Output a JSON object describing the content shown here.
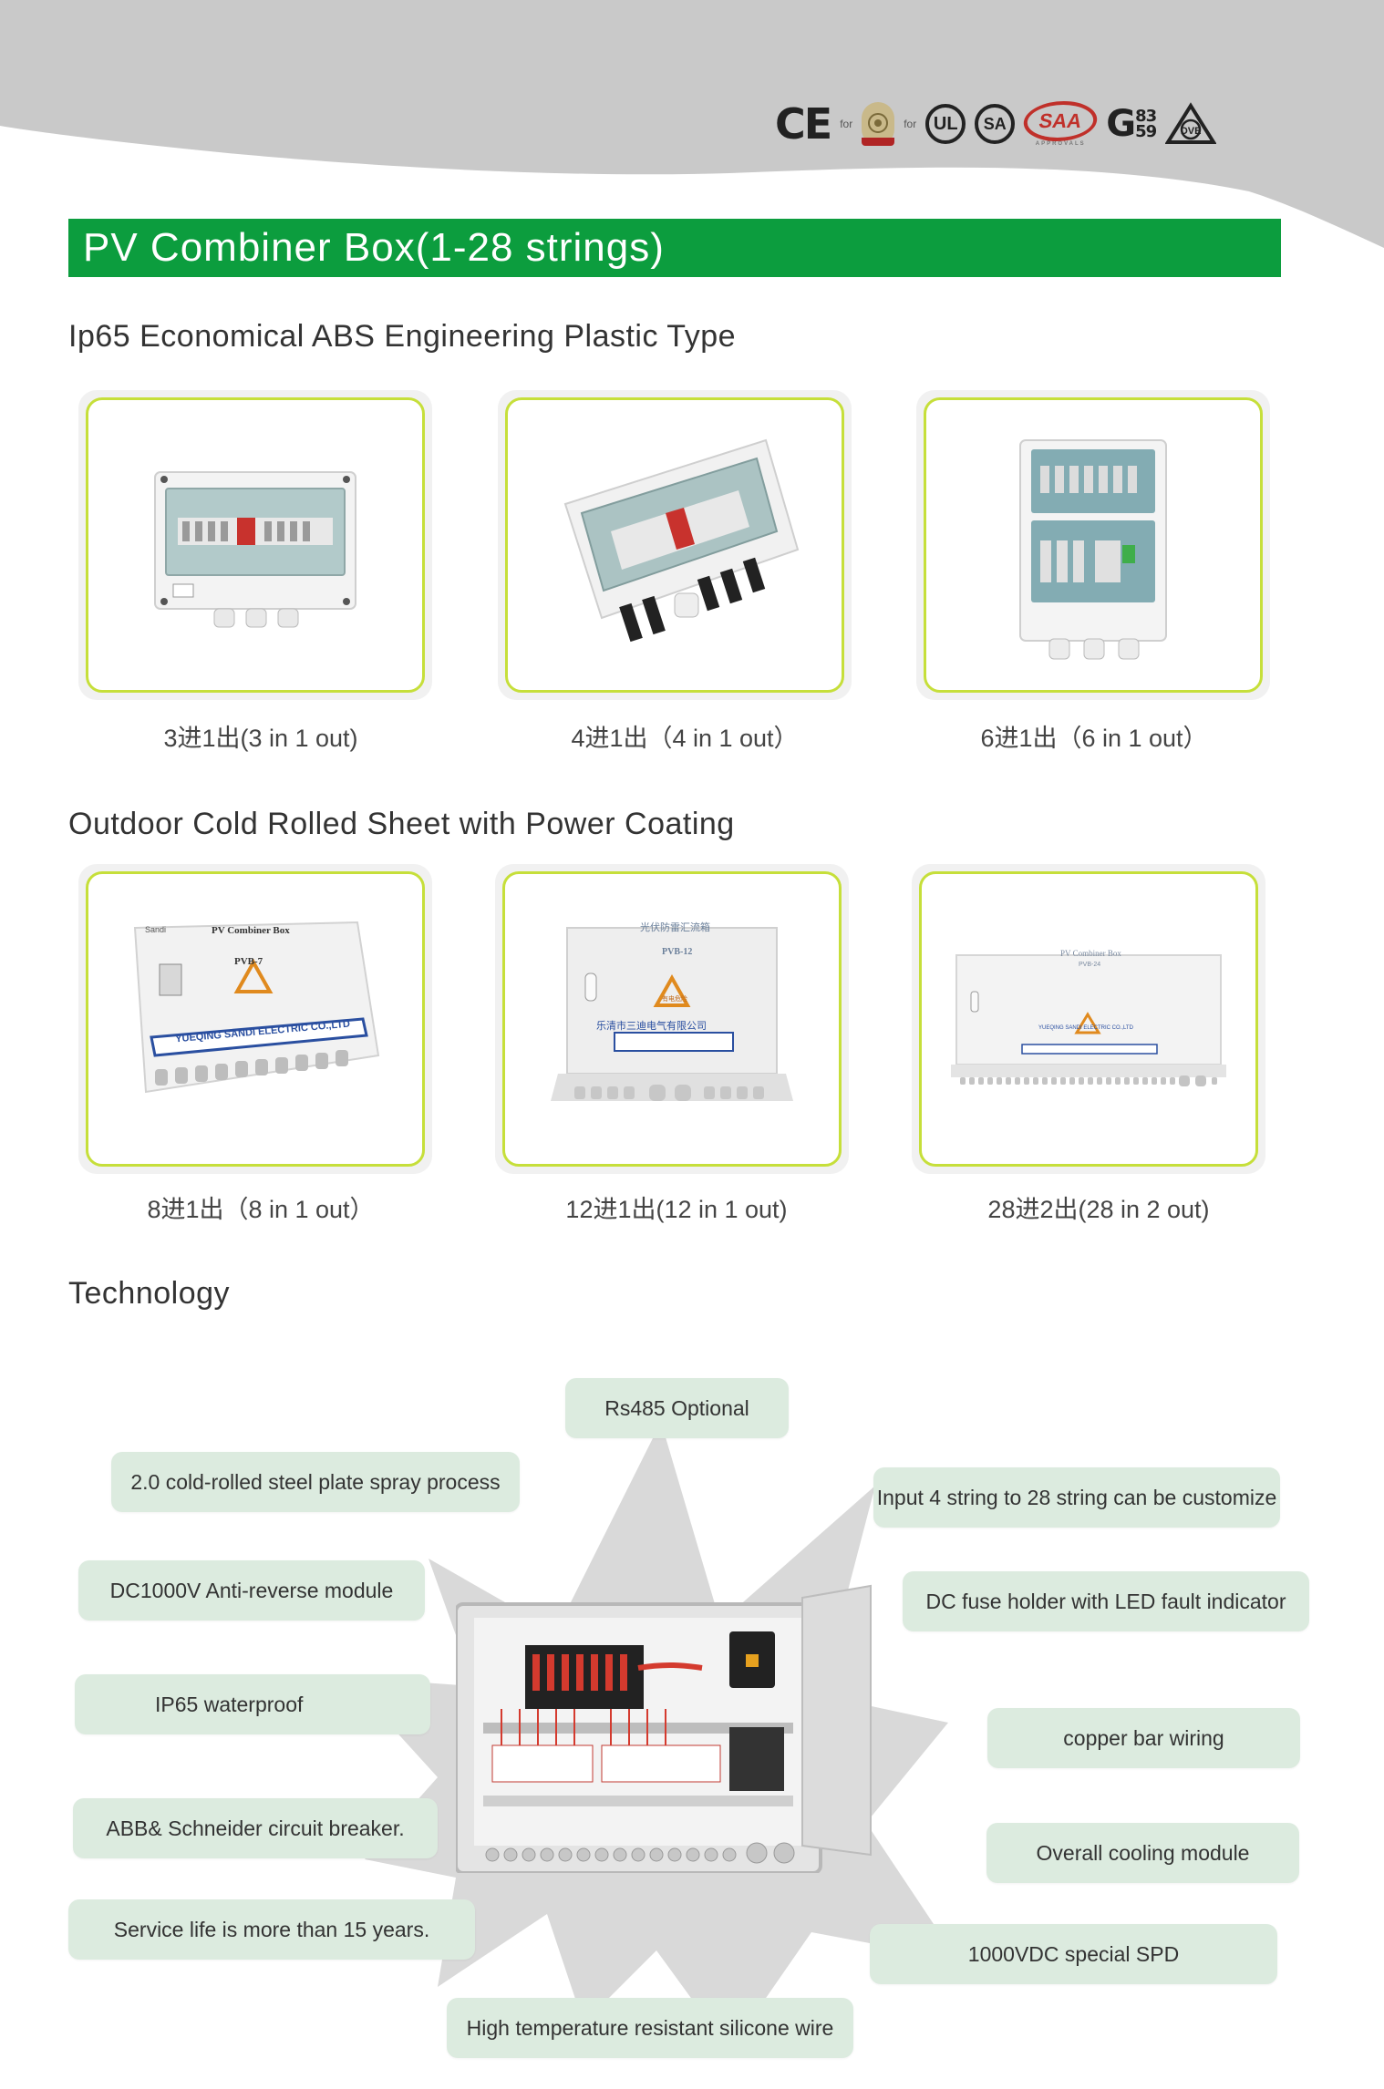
{
  "certifications": [
    {
      "icon": "ce-mark-icon",
      "label": "CE"
    },
    {
      "icon": "for-label",
      "label": "for"
    },
    {
      "icon": "seal-cert-icon",
      "label": ""
    },
    {
      "icon": "for-label",
      "label": "for"
    },
    {
      "icon": "ul-mark-icon",
      "label": "UL"
    },
    {
      "icon": "csa-mark-icon",
      "label": "SA"
    },
    {
      "icon": "saa-approvals-icon",
      "label": "SAA",
      "sublabel": "APPROVALS"
    },
    {
      "icon": "g83-g59-icon",
      "label": "G",
      "sup": "83",
      "sub": "59"
    },
    {
      "icon": "dve-mark-icon",
      "label": "DVE"
    }
  ],
  "colors": {
    "title_bar": "#0c9d3e",
    "card_border": "#c6df3a",
    "pill_bg": "#dcebdf",
    "band_gray": "#c8c8c8"
  },
  "title": "PV Combiner Box(1-28 strings)",
  "section_plastic": {
    "heading": "Ip65 Economical ABS Engineering Plastic Type",
    "items": [
      {
        "caption": "3进1出(3 in 1 out)"
      },
      {
        "caption": "4进1出（4 in 1 out）"
      },
      {
        "caption": "6进1出（6 in 1 out）"
      }
    ]
  },
  "section_metal": {
    "heading": "Outdoor Cold Rolled Sheet with Power Coating",
    "items": [
      {
        "caption": "8进1出（8 in 1 out）",
        "plate_title": "PV Combiner Box",
        "model": "PVB-7",
        "company": "YUEQING SANDI ELECTRIC CO.,LTD",
        "brand": "Sandi"
      },
      {
        "caption": "12进1出(12 in 1 out)",
        "plate_title": "光伏防雷汇流箱",
        "model": "PVB-12",
        "company": "乐清市三迪电气有限公司",
        "warning": "有电危险"
      },
      {
        "caption": "28进2出(28 in 2 out)",
        "plate_title": "PV Combiner Box",
        "model": "PVB-24",
        "company": "YUEQING SANDI ELECTRIC CO.,LTD"
      }
    ]
  },
  "technology": {
    "heading": "Technology",
    "features": {
      "rs485": "Rs485 Optional",
      "steel": "2.0 cold-rolled steel plate spray process",
      "input": "Input 4 string to 28 string can be customize",
      "anti_reverse": "DC1000V Anti-reverse module",
      "fuse": "DC fuse holder with LED fault indicator",
      "ip65": "IP65 waterproof",
      "copper": "copper bar wiring",
      "breaker": "ABB& Schneider circuit breaker.",
      "cooling": "Overall cooling module",
      "service": "Service life is more than 15 years.",
      "spd": "1000VDC special SPD",
      "wire": "High temperature resistant silicone wire"
    }
  }
}
